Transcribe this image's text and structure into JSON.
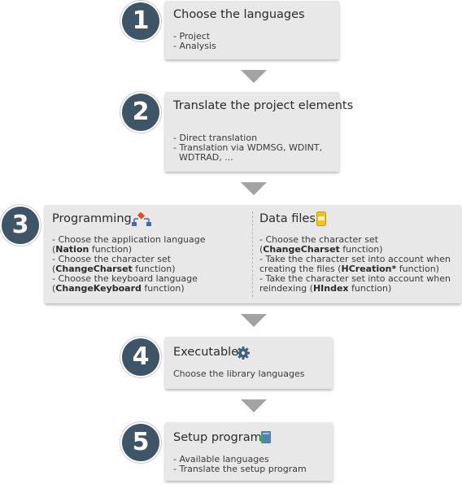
{
  "steps": [
    {
      "number": "1",
      "title": "Choose the languages",
      "lines": [
        "- Project",
        "- Analysis"
      ]
    },
    {
      "number": "2",
      "title": "Translate the project elements",
      "lines": [
        "- Direct translation",
        "- Translation via WDMSG, WDINT,",
        "  WDTRAD, ..."
      ]
    },
    {
      "number": "3",
      "left": {
        "title": "Programming",
        "icon": "programming-flow-icon",
        "items": [
          {
            "l1": "- Choose the application language",
            "l2_open": "(",
            "l2_bold": "Nation",
            "l2_close": " function)"
          },
          {
            "l1": "- Choose the character set",
            "l2_open": "(",
            "l2_bold": "ChangeCharset",
            "l2_close": " function)"
          },
          {
            "l1": "- Choose the keyboard language",
            "l2_open": "(",
            "l2_bold": "ChangeKeyboard",
            "l2_close": " function)"
          }
        ]
      },
      "right": {
        "title": "Data files",
        "icon": "data-file-icon",
        "items": [
          {
            "l1": "- Choose the character set",
            "l2_open": "(",
            "l2_bold": "ChangeCharset",
            "l2_close": " function)"
          },
          {
            "l1": "- Take the character set into account when",
            "l2_open": "creating the files (",
            "l2_bold": "HCreation*",
            "l2_close": " function)"
          },
          {
            "l1": "- Take the character set into account when",
            "l2_open": "reindexing (",
            "l2_bold": "HIndex",
            "l2_close": " function)"
          }
        ]
      }
    },
    {
      "number": "4",
      "title": "Executable",
      "icon": "gear-icon",
      "lines": [
        "Choose the library languages"
      ]
    },
    {
      "number": "5",
      "title": "Setup program",
      "icon": "setup-download-icon",
      "lines": [
        "- Available languages",
        "- Translate the setup program"
      ]
    }
  ],
  "colors": {
    "circle": "#3d5566",
    "box": "#e8e8e8",
    "arrow": "#a3a3a3"
  }
}
